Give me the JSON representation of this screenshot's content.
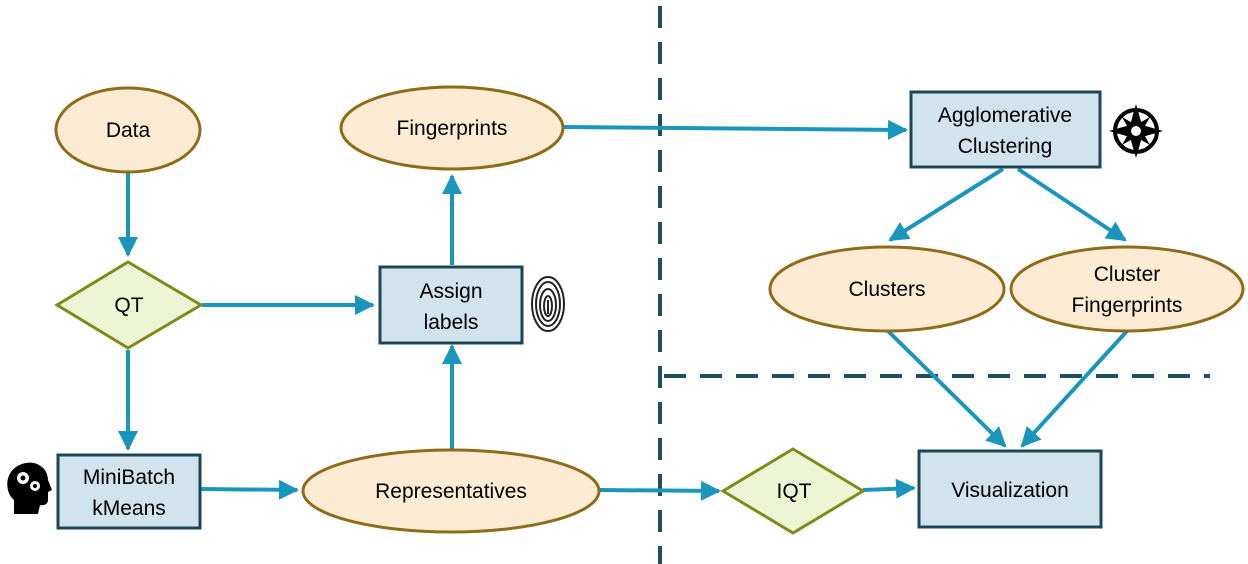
{
  "colors": {
    "arrow": "#1a96bd",
    "ellipse_fill": "#fdebd3",
    "ellipse_stroke": "#8e6c1a",
    "diamond_fill": "#eef5d5",
    "diamond_stroke": "#7f8a1a",
    "box_fill": "#d1e3ec",
    "box_stroke": "#1d4656",
    "divider": "#1d4e63"
  },
  "nodes": {
    "data": "Data",
    "fingerprints": "Fingerprints",
    "qt": "QT",
    "assign_labels": [
      "Assign",
      "labels"
    ],
    "minibatch_kmeans": [
      "MiniBatch",
      "kMeans"
    ],
    "representatives": "Representatives",
    "agglomerative_clustering": [
      "Agglomerative",
      "Clustering"
    ],
    "clusters": "Clusters",
    "cluster_fingerprints": [
      "Cluster",
      "Fingerprints"
    ],
    "iqt": "IQT",
    "visualization": "Visualization"
  },
  "icons": {
    "fingerprint": "fingerprint-icon",
    "brain_gears": "head-gears-icon",
    "compass": "compass-rose-icon"
  }
}
